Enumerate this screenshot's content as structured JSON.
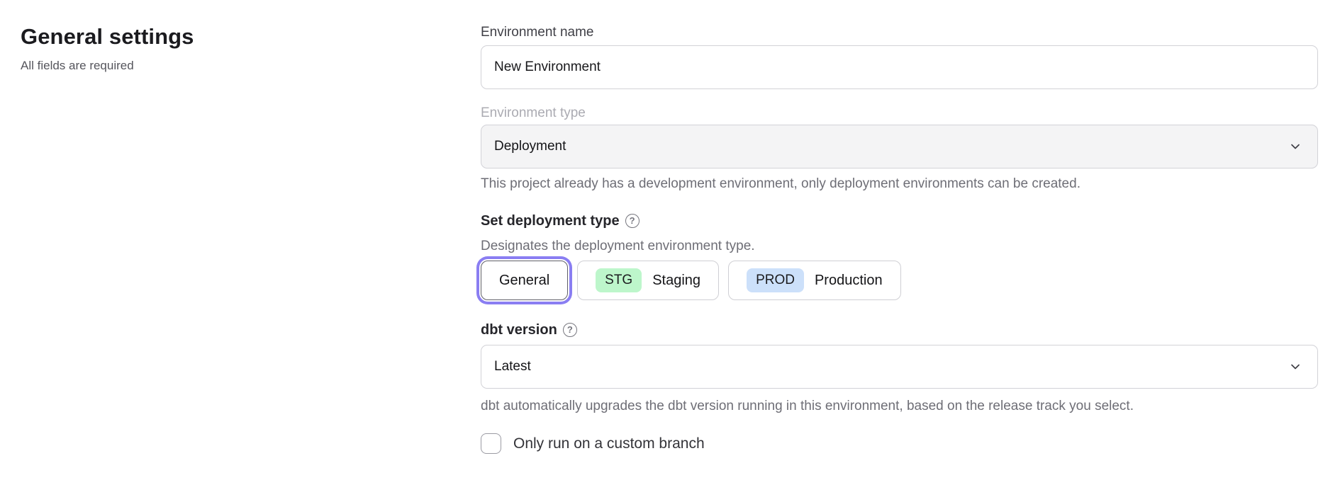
{
  "page": {
    "title": "General settings",
    "subtitle": "All fields are required"
  },
  "icons": {
    "help": "?",
    "chevron_down": "chevron-down"
  },
  "form": {
    "environment_name": {
      "label": "Environment name",
      "value": "New Environment"
    },
    "environment_type": {
      "label": "Environment type",
      "value": "Deployment",
      "disabled": true,
      "helper": "This project already has a development environment, only deployment environments can be created."
    },
    "deployment_type": {
      "label": "Set deployment type",
      "description": "Designates the deployment environment type.",
      "options": [
        {
          "label": "General",
          "selected": true
        },
        {
          "badge": "STG",
          "label": "Staging",
          "selected": false,
          "badge_color": "#bdf6cb"
        },
        {
          "badge": "PROD",
          "label": "Production",
          "selected": false,
          "badge_color": "#cce0fa"
        }
      ]
    },
    "dbt_version": {
      "label": "dbt version",
      "value": "Latest",
      "helper": "dbt automatically upgrades the dbt version running in this environment, based on the release track you select."
    },
    "custom_branch": {
      "label": "Only run on a custom branch",
      "checked": false
    }
  },
  "colors": {
    "accent_purple": "#8a7ef2",
    "badge_green": "#bdf6cb",
    "badge_blue": "#cce0fa",
    "disabled_field_bg": "#f4f4f5",
    "border_gray": "#d2d2d7"
  }
}
